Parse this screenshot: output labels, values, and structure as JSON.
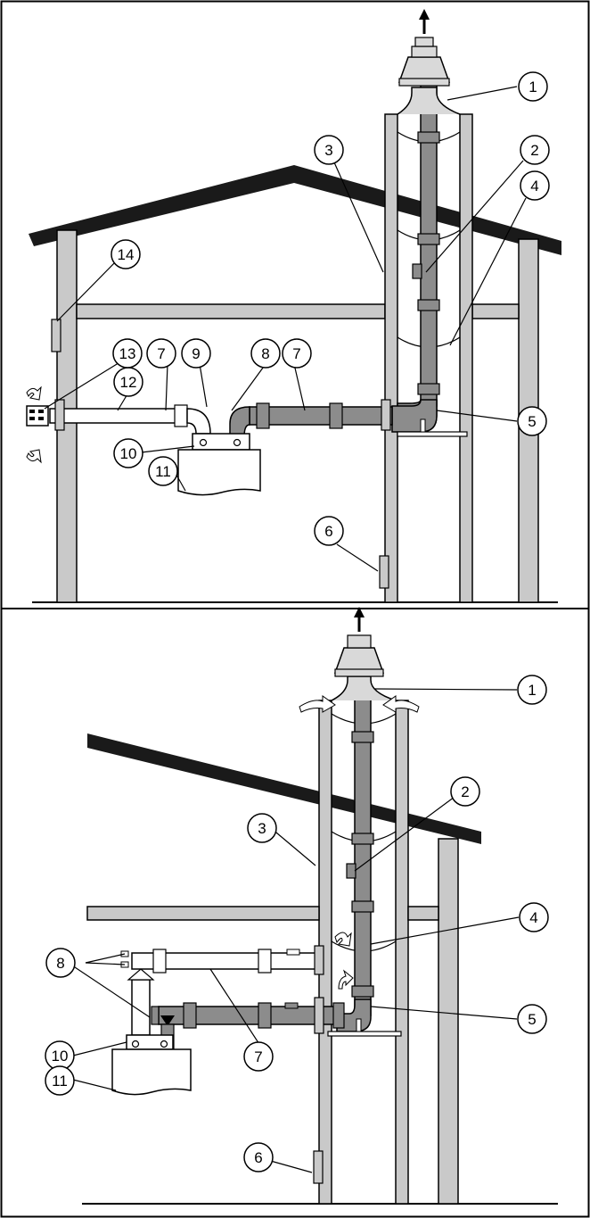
{
  "figure": {
    "colors": {
      "wall": "#c9c9c9",
      "wall_stroke": "#000000",
      "roof": "#1a1a1a",
      "flue_pipe": "#8c8c8c",
      "air_pipe": "#ffffff",
      "terminal": "#d9d9d9",
      "background": "#ffffff"
    },
    "top_panel": {
      "callouts": [
        {
          "label": "1"
        },
        {
          "label": "2"
        },
        {
          "label": "3"
        },
        {
          "label": "4"
        },
        {
          "label": "5"
        },
        {
          "label": "6"
        },
        {
          "label": "7"
        },
        {
          "label": "7"
        },
        {
          "label": "8"
        },
        {
          "label": "9"
        },
        {
          "label": "10"
        },
        {
          "label": "11"
        },
        {
          "label": "12"
        },
        {
          "label": "13"
        },
        {
          "label": "14"
        }
      ]
    },
    "bottom_panel": {
      "callouts": [
        {
          "label": "1"
        },
        {
          "label": "2"
        },
        {
          "label": "3"
        },
        {
          "label": "4"
        },
        {
          "label": "5"
        },
        {
          "label": "6"
        },
        {
          "label": "7"
        },
        {
          "label": "8"
        },
        {
          "label": "10"
        },
        {
          "label": "11"
        }
      ]
    }
  }
}
